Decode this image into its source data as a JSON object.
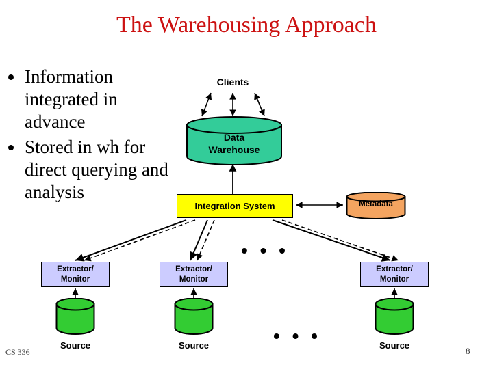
{
  "slide": {
    "title": "The Warehousing Approach",
    "title_color": "#CC1111",
    "background": "#ffffff"
  },
  "bullets": [
    {
      "text": "Information integrated in advance"
    },
    {
      "text": "Stored in wh for direct querying and analysis"
    }
  ],
  "diagram": {
    "clients_label": "Clients",
    "warehouse": {
      "label_line1": "Data",
      "label_line2": "Warehouse",
      "color": "#33CC99"
    },
    "integration_system": {
      "label": "Integration System",
      "color": "#FFFF00"
    },
    "metadata": {
      "label": "Metadata",
      "color": "#F4A460"
    },
    "extractors": [
      {
        "line1": "Extractor/",
        "line2": "Monitor"
      },
      {
        "line1": "Extractor/",
        "line2": "Monitor"
      },
      {
        "line1": "Extractor/",
        "line2": "Monitor"
      }
    ],
    "extractor_color": "#CCCCFF",
    "sources": [
      {
        "label": "Source"
      },
      {
        "label": "Source"
      },
      {
        "label": "Source"
      }
    ],
    "source_color": "#33CC33",
    "ellipsis_mid": "• • •",
    "ellipsis_bottom": "• • •"
  },
  "footer": {
    "course": "CS 336",
    "page_number": "8"
  }
}
